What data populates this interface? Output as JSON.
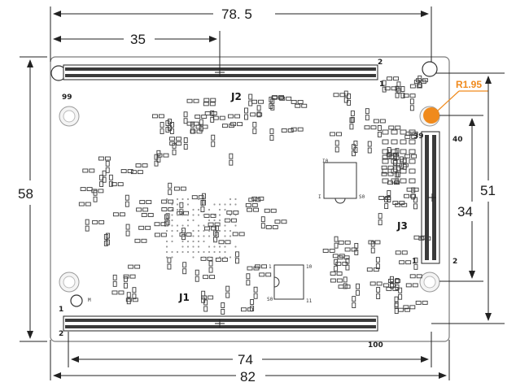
{
  "dimensions": {
    "width_overall": "78. 5",
    "j2_offset": "35",
    "height_left": "58",
    "height_right": "51",
    "j3_length": "34",
    "header_span": "74",
    "width_board": "82"
  },
  "highlight": {
    "label": "R1.95",
    "color": "#f08a1c"
  },
  "connectors": {
    "j1": {
      "ref": "J1",
      "pin_start": "1",
      "pin_second": "2",
      "pin_end": "100"
    },
    "j2": {
      "ref": "J2",
      "pin_start": "1",
      "pin_second": "2",
      "pin_end": "99"
    },
    "j3": {
      "ref": "J3",
      "pin_start": "1",
      "pin_second": "2",
      "pin_39": "39",
      "pin_40": "40"
    }
  },
  "chip_labels": {
    "u1_a": "I0",
    "u1_b": "I",
    "u1_c": "S0",
    "u2_a": "10",
    "u2_b": "11",
    "u2_c": "S0",
    "u2_d": "1",
    "part_mark": "M"
  },
  "colors": {
    "pcb_outline": "#777777",
    "dim_line": "#222222",
    "pad": "#3a3a3a",
    "accent": "#f08a1c"
  }
}
